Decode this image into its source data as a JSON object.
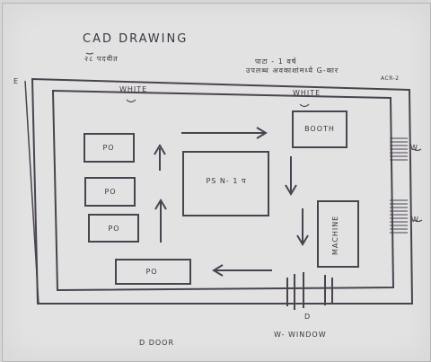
{
  "title": "CAD DRAWING",
  "subtitle": "२८ पदवीत",
  "note_line1": "पाटा - 1 वर्ष",
  "note_line2": "उपलब्ध अवकाशांमध्ये G-कार",
  "note_line3": "ACR-2",
  "top_left_label": "WHITE",
  "top_right_label": "WHITE",
  "booth_label": "BOOTH",
  "center_label": "PS N- 1 प",
  "po_1": "PO",
  "po_2": "PO",
  "po_3": "PO",
  "po_4": "PO",
  "machine_label": "MACHINE",
  "door_marker": "D",
  "legend_door": "D DOOR",
  "legend_window": "W- WINDOW",
  "window_marker_1": "W",
  "window_marker_2": "W",
  "corner_label": "E",
  "colors": {
    "ink": "#3b3540",
    "paper": "#e3e2e3",
    "line": "#4a434f"
  }
}
